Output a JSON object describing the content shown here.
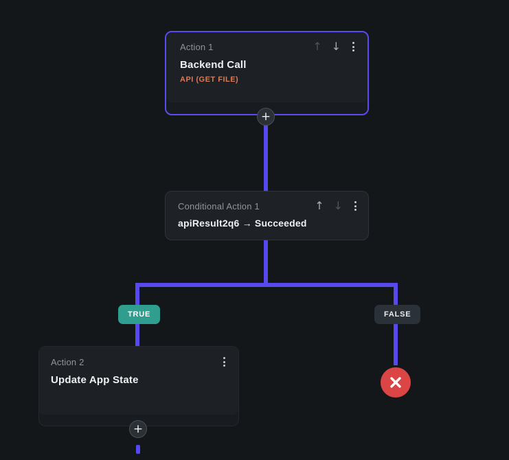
{
  "colors": {
    "background": "#14171a",
    "connector": "#5849ee",
    "selected_border": "#5a4cf2",
    "true_badge": "#2f9e8e",
    "false_badge": "#2b3138",
    "end_node": "#dc4545",
    "subtitle_accent": "#de7a52"
  },
  "nodes": {
    "action1": {
      "label": "Action 1",
      "title": "Backend Call",
      "subtitle": "API (GET FILE)",
      "selected": true
    },
    "conditional1": {
      "label": "Conditional Action 1",
      "title": "apiResult2q6 → Succeeded"
    },
    "action2": {
      "label": "Action 2",
      "title": "Update App State"
    }
  },
  "branches": {
    "true_label": "TRUE",
    "false_label": "FALSE"
  },
  "icons": {
    "add": "+",
    "move_up": "↑",
    "move_down": "↓"
  }
}
